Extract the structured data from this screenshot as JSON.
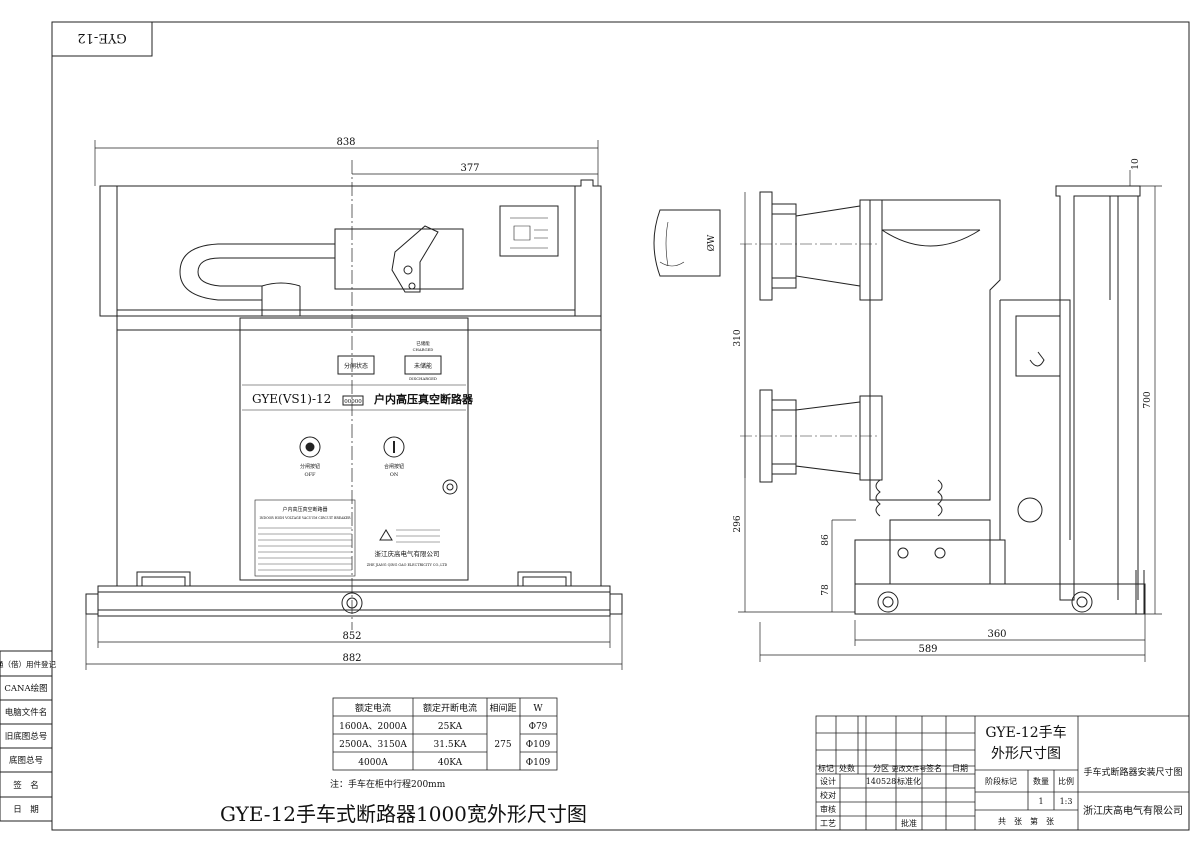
{
  "corner_code": "GYE-12",
  "dimensions": {
    "front_overall_width": "838",
    "front_center_offset": "377",
    "front_base_width": "852",
    "front_wheel_width": "882",
    "side_top_gap": "10",
    "side_contact_diameter": "ØW",
    "side_upper_height": "310",
    "side_total_height": "700",
    "side_lower_height": "296",
    "side_mid_height": "86",
    "side_wheel_height": "78",
    "side_depth_inner": "360",
    "side_depth_total": "589"
  },
  "nameplate": {
    "model": "GYE(VS1)-12",
    "counter": "00000",
    "product_name": "户内高压真空断路器",
    "open_indicator": "分闸状态",
    "energy_indicator": "未储能",
    "energy_small_top": "已储能",
    "energy_small_top_en": "CHARGED",
    "energy_small_bottom": "DISCHARGED",
    "off_label": "分闸按钮",
    "off_label_en": "OFF",
    "on_label": "合闸按钮",
    "on_label_en": "ON",
    "rating_title": "户内高压真空断路器",
    "rating_title_en": "INDOOR HIGH VOLTAGE VACUUM CIRCUIT BREAKER",
    "company": "浙江庆高电气有限公司",
    "company_en": "ZHE JIANG QING GAO ELECTRICITY CO.,LTD"
  },
  "spec_table": {
    "headers": [
      "额定电流",
      "额定开断电流",
      "相间距",
      "W"
    ],
    "rows": [
      [
        "1600A、2000A",
        "25KA",
        "",
        "Φ79"
      ],
      [
        "2500A、3150A",
        "31.5KA",
        "275",
        "Φ109"
      ],
      [
        "4000A",
        "40KA",
        "",
        "Φ109"
      ]
    ],
    "note": "注：手车在柜中行程200mm"
  },
  "drawing_title": "GYE-12手车式断路器1000宽外形尺寸图",
  "left_strip": [
    "通（借）用件登记",
    "CANA绘图",
    "电脑文件名",
    "旧底图总号",
    "底图总号",
    "签　名",
    "日　期"
  ],
  "title_block": {
    "drawing_name_line1": "GYE-12手车",
    "drawing_name_line2": "外形尺寸图",
    "product_ref": "手车式断路器安装尺寸图",
    "company": "浙江庆高电气有限公司",
    "rev_headers": [
      "标记",
      "处数",
      "分区",
      "更改文件号",
      "签名",
      "日期"
    ],
    "roles": [
      "设计",
      "校对",
      "审核",
      "工艺"
    ],
    "design_code": "140528",
    "standardize": "标准化",
    "approve": "批准",
    "stage_mark": "阶段标记",
    "quantity": "数量",
    "scale_label": "比例",
    "quantity_value": "1",
    "scale_value": "1:3",
    "sheets": "共　张　第　张"
  }
}
